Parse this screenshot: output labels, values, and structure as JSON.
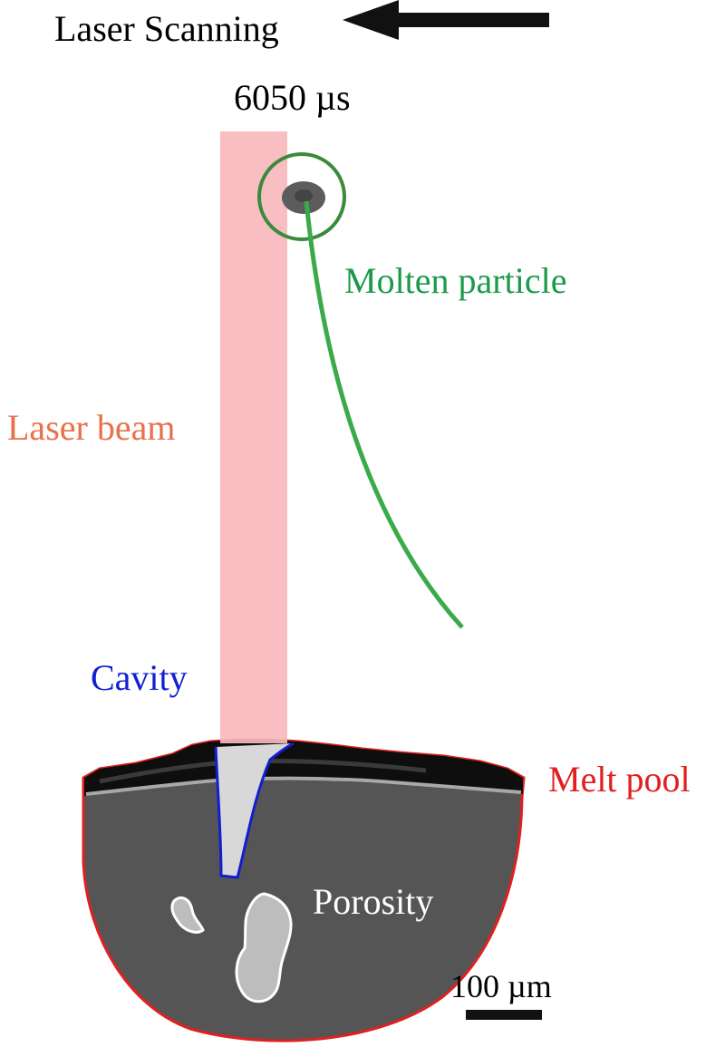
{
  "title": "Laser Scanning",
  "time_label": "6050 µs",
  "labels": {
    "molten_particle": "Molten particle",
    "laser_beam": "Laser beam",
    "cavity": "Cavity",
    "melt_pool": "Melt pool",
    "porosity": "Porosity",
    "scale_bar": "100 µm"
  },
  "colors": {
    "molten_particle": "#1a9a4a",
    "laser_beam": "#e8704a",
    "cavity": "#1020d0",
    "melt_pool": "#e02020",
    "porosity": "#ffffff",
    "beam_fill": "#f7b8bd",
    "pool_fill": "#555555"
  },
  "icons": {
    "direction_arrow": "arrow-left-icon"
  }
}
